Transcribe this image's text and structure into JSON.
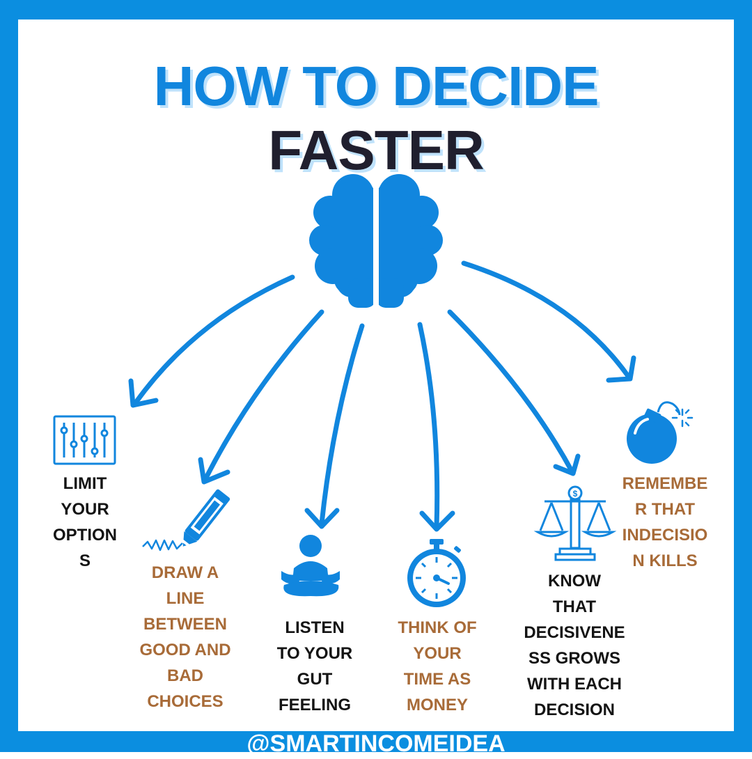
{
  "title": {
    "line1": "HOW TO DECIDE",
    "line2": "FASTER"
  },
  "colors": {
    "accent": "#0b8ee0",
    "text_dark": "#141414",
    "text_brown": "#a86b38"
  },
  "items": [
    {
      "label": "LIMIT\nYOUR\nOPTION\nS",
      "icon": "sliders-icon",
      "tone": "dark"
    },
    {
      "label": "DRAW A\nLINE\nBETWEEN\nGOOD AND\nBAD\nCHOICES",
      "icon": "pencil-line-icon",
      "tone": "brown"
    },
    {
      "label": "LISTEN\nTO YOUR\nGUT\nFEELING",
      "icon": "meditation-icon",
      "tone": "dark"
    },
    {
      "label": "THINK OF\nYOUR\nTIME AS\nMONEY",
      "icon": "stopwatch-icon",
      "tone": "brown"
    },
    {
      "label": "KNOW\nTHAT\nDECISIVENE\nSS GROWS\nWITH EACH\nDECISION",
      "icon": "scales-icon",
      "tone": "dark"
    },
    {
      "label": "REMEMBE\nR THAT\nINDECISIO\nN KILLS",
      "icon": "bomb-icon",
      "tone": "brown"
    }
  ],
  "center_icon": "brain-icon",
  "footer": {
    "handle": "@SMARTINCOMEIDEA"
  }
}
